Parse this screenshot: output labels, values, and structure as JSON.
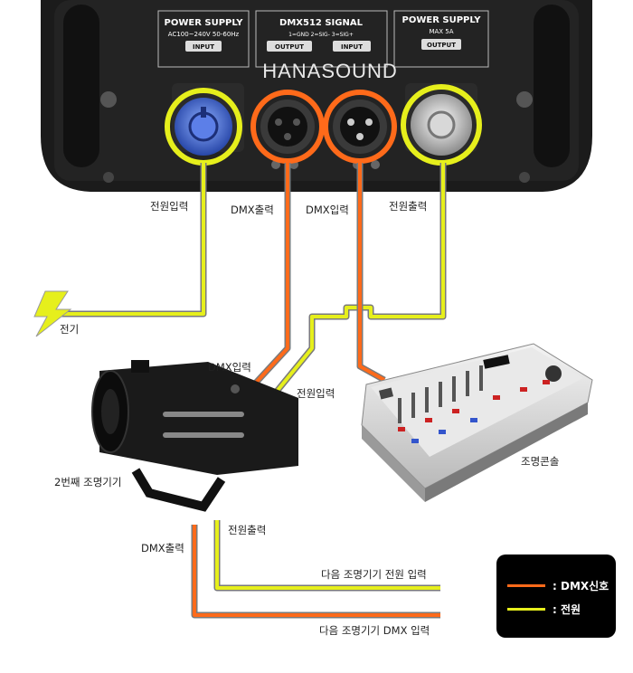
{
  "panel": {
    "brand": "HANASOUND",
    "left_section": {
      "title": "POWER SUPPLY",
      "subtitle": "AC100~240V 50-60Hz",
      "badge": "INPUT"
    },
    "middle_section": {
      "title": "DMX512 SIGNAL",
      "badge_left": "OUTPUT",
      "badge_right": "INPUT",
      "pins": "1=GND  2=SIG-  3=SIG+"
    },
    "right_section": {
      "title": "POWER SUPPLY",
      "subtitle": "MAX 5A",
      "badge": "OUTPUT"
    }
  },
  "labels": {
    "power_in": "전원입력",
    "dmx_out": "DMX출력",
    "dmx_in": "DMX입력",
    "power_out": "전원출력",
    "electricity": "전기",
    "fixture_dmx_in": "DMX입력",
    "fixture_power_in": "전원입력",
    "second_fixture": "2번째 조명기기",
    "console": "조명콘솔",
    "fixture_power_out": "전원출력",
    "fixture_dmx_out": "DMX출력",
    "next_power": "다음 조명기기 전원 입력",
    "next_dmx": "다음 조명기기 DMX 입력"
  },
  "legend": {
    "dmx": {
      "label": ": DMX신호",
      "color": "#ff6a1a"
    },
    "power": {
      "label": ": 전원",
      "color": "#e6ef1c"
    }
  },
  "colors": {
    "dmx_cable": "#ff6a1a",
    "power_cable": "#e6ef1c",
    "cable_outline": "#7a7a7a"
  }
}
